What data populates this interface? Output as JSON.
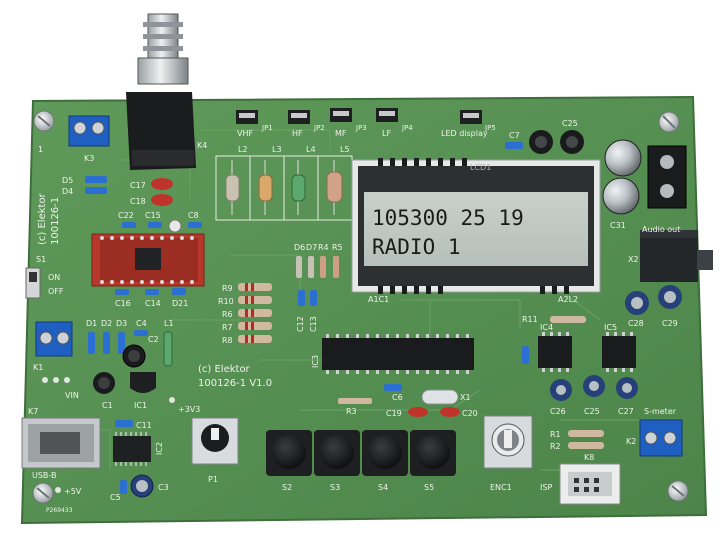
{
  "board": {
    "copyright_vertical": "(c) Elektor",
    "id_vertical": "100126-1",
    "copyright": "(c) Elektor",
    "id_version": "100126-1 V1.0",
    "code": "P269433"
  },
  "lcd": {
    "line1": "105300 25 19",
    "line2": "RADIO 1",
    "label": "LCD1"
  },
  "jumpers": [
    {
      "label": "VHF",
      "ref": "JP1"
    },
    {
      "label": "HF",
      "ref": "JP2"
    },
    {
      "label": "MF",
      "ref": "JP3"
    },
    {
      "label": "LF",
      "ref": "JP4"
    },
    {
      "label": "LED display",
      "ref": "JP5"
    }
  ],
  "labels": {
    "k1": "K1",
    "k2": "K2",
    "k3": "K3",
    "k4": "K4",
    "k7": "K7",
    "k8": "K8",
    "audio_out": "Audio out",
    "s_meter": "S-meter",
    "isp": "ISP",
    "usb_b": "USB-B",
    "vin": "VIN",
    "plus5v": "+5V",
    "plus3v3": "+3V3",
    "on": "ON",
    "off": "OFF",
    "s1": "S1",
    "buttons": [
      "S2",
      "S3",
      "S4",
      "S5"
    ],
    "p1": "P1",
    "enc1": "ENC1",
    "ic1": "IC1",
    "ic2": "IC2",
    "ic3": "IC3",
    "ic4": "IC4",
    "ic5": "IC5",
    "resistors": [
      "R9",
      "R10",
      "R6",
      "R7",
      "R8"
    ],
    "r1": "R1",
    "r2": "R2",
    "r3": "R3",
    "r4": "R4",
    "r5": "R5",
    "r11": "R11",
    "coils": [
      "L2",
      "L3",
      "L4",
      "L5"
    ],
    "l1": "L1",
    "x1": "X1",
    "x2": "X2",
    "caps": {
      "c1": "C1",
      "c2": "C2",
      "c3": "C3",
      "c4": "C4",
      "c5": "C5",
      "c6": "C6",
      "c7": "C7",
      "c8": "C8",
      "c11": "C11",
      "c12": "C12",
      "c13": "C13",
      "c14": "C14",
      "c15": "C15",
      "c16": "C16",
      "c17": "C17",
      "c18": "C18",
      "c19": "C19",
      "c20": "C20",
      "c22": "C22",
      "c25": "C25",
      "c26": "C26",
      "c27": "C27",
      "c28": "C28",
      "c29": "C29",
      "c31": "C31"
    },
    "diodes": {
      "d1": "D1",
      "d2": "D2",
      "d3": "D3",
      "d4": "D4",
      "d5": "D5",
      "d6": "D6",
      "d7": "D7",
      "d21": "D21"
    },
    "a1c1": "A1C1",
    "a2l2": "A2L2",
    "one": "1"
  }
}
